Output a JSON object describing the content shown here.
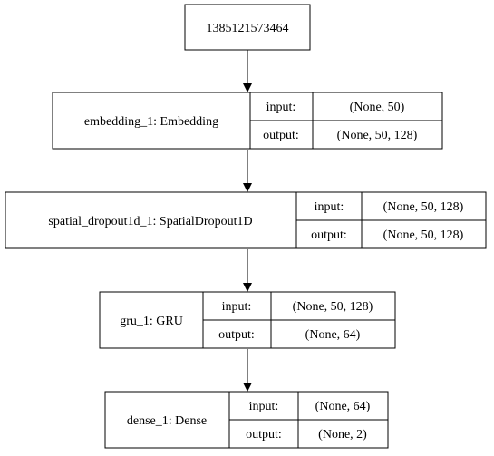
{
  "input_node": {
    "label": "1385121573464"
  },
  "layers": [
    {
      "name": "embedding_1: Embedding",
      "input_label": "input:",
      "input_shape": "(None, 50)",
      "output_label": "output:",
      "output_shape": "(None, 50, 128)"
    },
    {
      "name": "spatial_dropout1d_1: SpatialDropout1D",
      "input_label": "input:",
      "input_shape": "(None, 50, 128)",
      "output_label": "output:",
      "output_shape": "(None, 50, 128)"
    },
    {
      "name": "gru_1: GRU",
      "input_label": "input:",
      "input_shape": "(None, 50, 128)",
      "output_label": "output:",
      "output_shape": "(None, 64)"
    },
    {
      "name": "dense_1: Dense",
      "input_label": "input:",
      "input_shape": "(None, 64)",
      "output_label": "output:",
      "output_shape": "(None, 2)"
    }
  ]
}
